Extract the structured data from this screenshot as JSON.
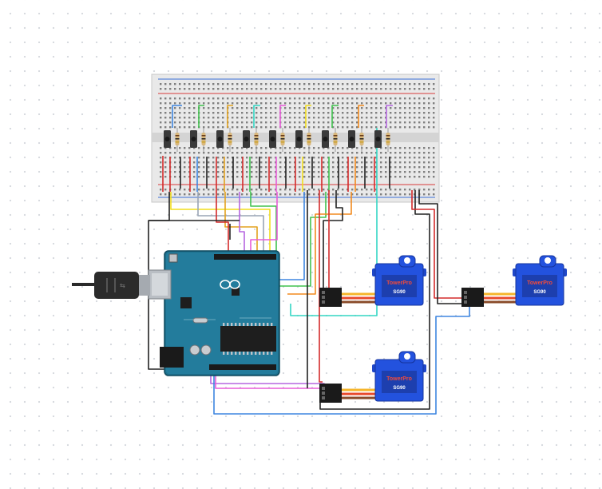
{
  "servo_labels": {
    "brand": "TowerPro",
    "model": "SG90"
  },
  "button_count": 9,
  "servo_count": 3
}
